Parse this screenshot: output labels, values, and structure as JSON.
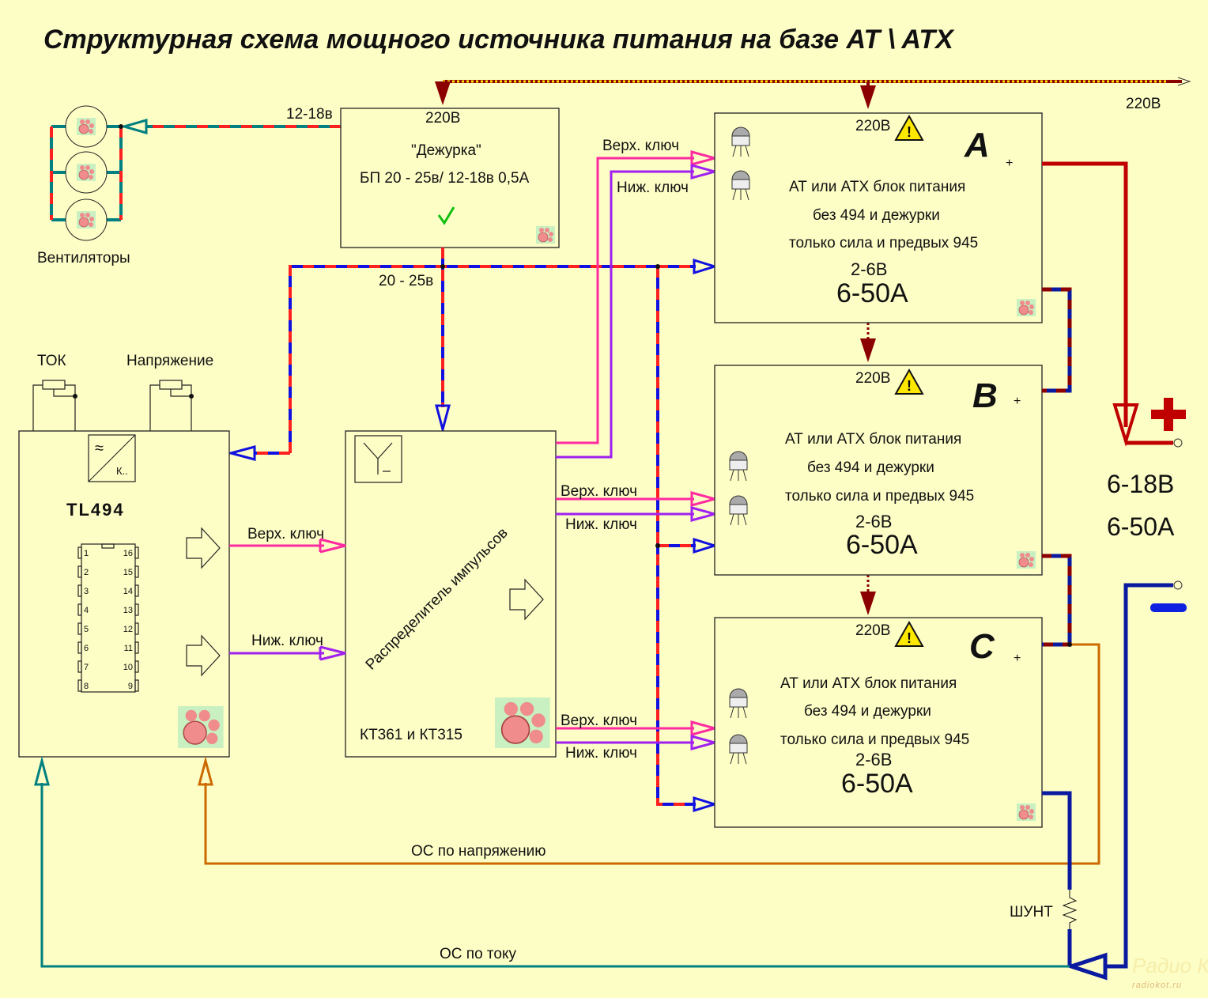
{
  "title": "Структурная схема мощного источника питания на базе AT \\ ATX",
  "mains": {
    "label": "220В"
  },
  "fans": {
    "label": "Вентиляторы",
    "voltage_label": "12-18в"
  },
  "standby": {
    "mains": "220В",
    "name": "\"Дежурка\"",
    "spec": "БП 20 - 25в/ 12-18в 0,5А",
    "bus_label": "20 - 25в"
  },
  "controls": {
    "current": "ТОК",
    "voltage": "Напряжение"
  },
  "tl494": {
    "name": "TL494",
    "converter_label": "К..",
    "pins_left": [
      "1",
      "2",
      "3",
      "4",
      "5",
      "6",
      "7",
      "8"
    ],
    "pins_right": [
      "16",
      "15",
      "14",
      "13",
      "12",
      "11",
      "10",
      "9"
    ]
  },
  "distributor": {
    "name": "Распределитель импульсов",
    "parts": "КТ361 и КТ315"
  },
  "signals": {
    "upper": "Верх. ключ",
    "lower": "Ниж. ключ"
  },
  "psu_blocks": [
    {
      "letter": "A",
      "mains": "220В",
      "line1": "АТ или АТХ блок питания",
      "line2": "без 494 и дежурки",
      "line3": "только сила и предвых 945",
      "voltage": "2-6В",
      "current": "6-50А",
      "plus": "+"
    },
    {
      "letter": "B",
      "mains": "220В",
      "line1": "АТ или АТХ блок питания",
      "line2": "без 494 и дежурки",
      "line3": "только сила и предвых 945",
      "voltage": "2-6В",
      "current": "6-50А",
      "plus": "+"
    },
    {
      "letter": "C",
      "mains": "220В",
      "line1": "АТ или АТХ блок питания",
      "line2": "без 494 и дежурки",
      "line3": "только сила и предвых 945",
      "voltage": "2-6В",
      "current": "6-50А",
      "plus": "+"
    }
  ],
  "output": {
    "voltage": "6-18В",
    "current": "6-50А"
  },
  "feedback": {
    "voltage": "ОС по напряжению",
    "current": "ОС по  току",
    "shunt": "ШУНТ"
  },
  "watermark": {
    "line1": "Радио КОТ",
    "line2": "radiokot.ru"
  },
  "colors": {
    "background": "#fdfdc6",
    "upper_key": "#ff2aa0",
    "lower_key": "#a020f0",
    "bus_blue": "#1010e0",
    "bus_red": "#ff2020",
    "output_red": "#c00000",
    "output_blue": "#0a1aa0",
    "voltage_fb": "#cc6a00",
    "current_fb": "#008080"
  }
}
